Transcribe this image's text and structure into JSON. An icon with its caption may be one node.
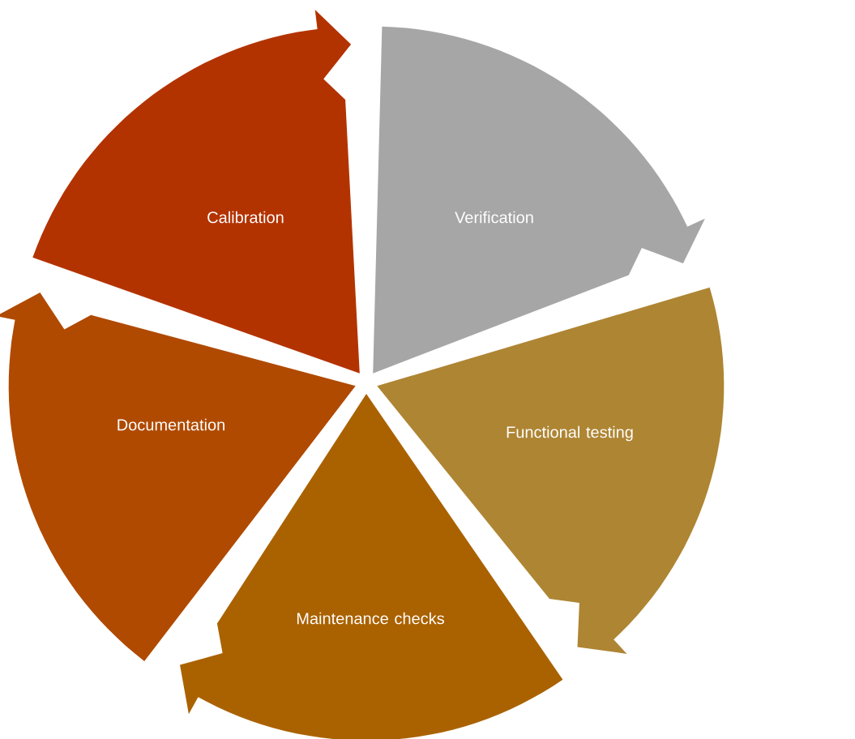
{
  "diagram": {
    "nodes": [
      {
        "text": [
          "Calibration"
        ]
      },
      {
        "text": [
          "Verification"
        ]
      },
      {
        "text": [
          "Functional testing"
        ]
      },
      {
        "text": [
          "Maintenance checks"
        ]
      },
      {
        "text": [
          "Documentation"
        ]
      }
    ]
  }
}
